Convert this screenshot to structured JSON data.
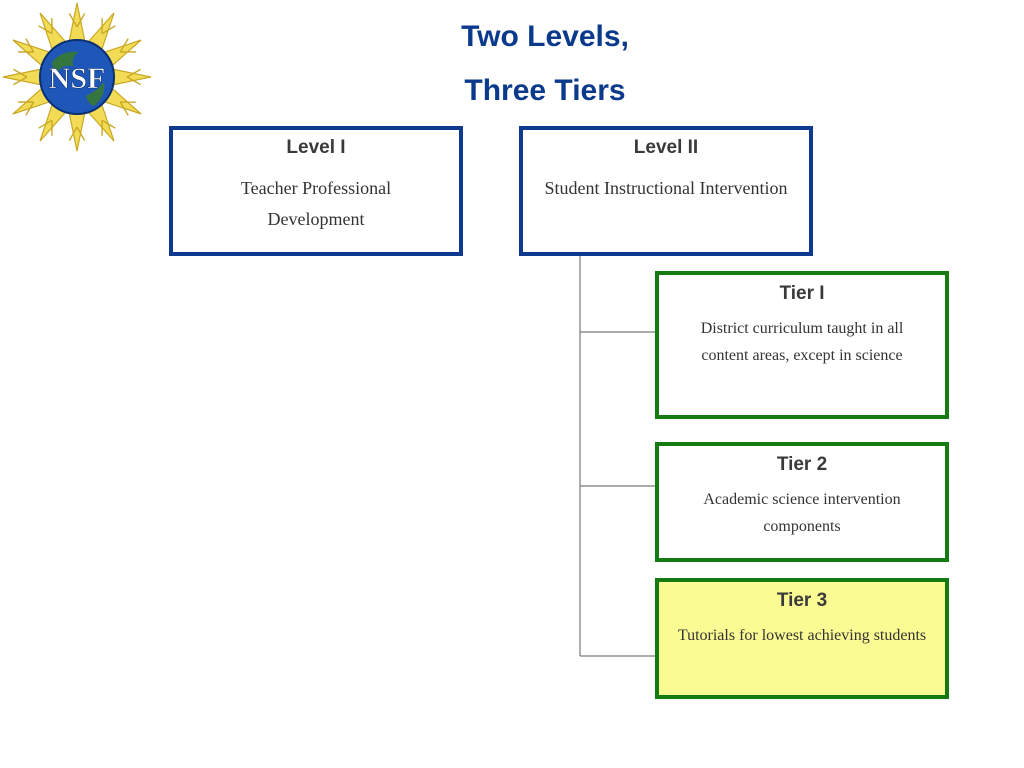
{
  "logo": {
    "text": "NSF",
    "icon": "nsf-sunburst-globe-logo",
    "colors": {
      "rays": "#f2dc55",
      "ray_outline": "#c9a826",
      "globe": "#1e57b8",
      "globe_land": "#3a7a2a",
      "text": "#ffffff"
    }
  },
  "title": {
    "line1": "Two Levels,",
    "line2": "Three Tiers"
  },
  "levels": [
    {
      "heading": "Level I",
      "text": "Teacher Professional Development"
    },
    {
      "heading": "Level II",
      "text": "Student Instructional Intervention"
    }
  ],
  "tiers": [
    {
      "heading": "Tier I",
      "text": "District curriculum taught in all content areas, except in science"
    },
    {
      "heading": "Tier 2",
      "text": "Academic science intervention components"
    },
    {
      "heading": "Tier 3",
      "text": "Tutorials for lowest achieving students"
    }
  ],
  "colors": {
    "title": "#0b3a8c",
    "level_border": "#0d3a8e",
    "tier_border": "#157a12",
    "tier3_fill": "#fbfb94",
    "connector": "#7a7a7a"
  }
}
